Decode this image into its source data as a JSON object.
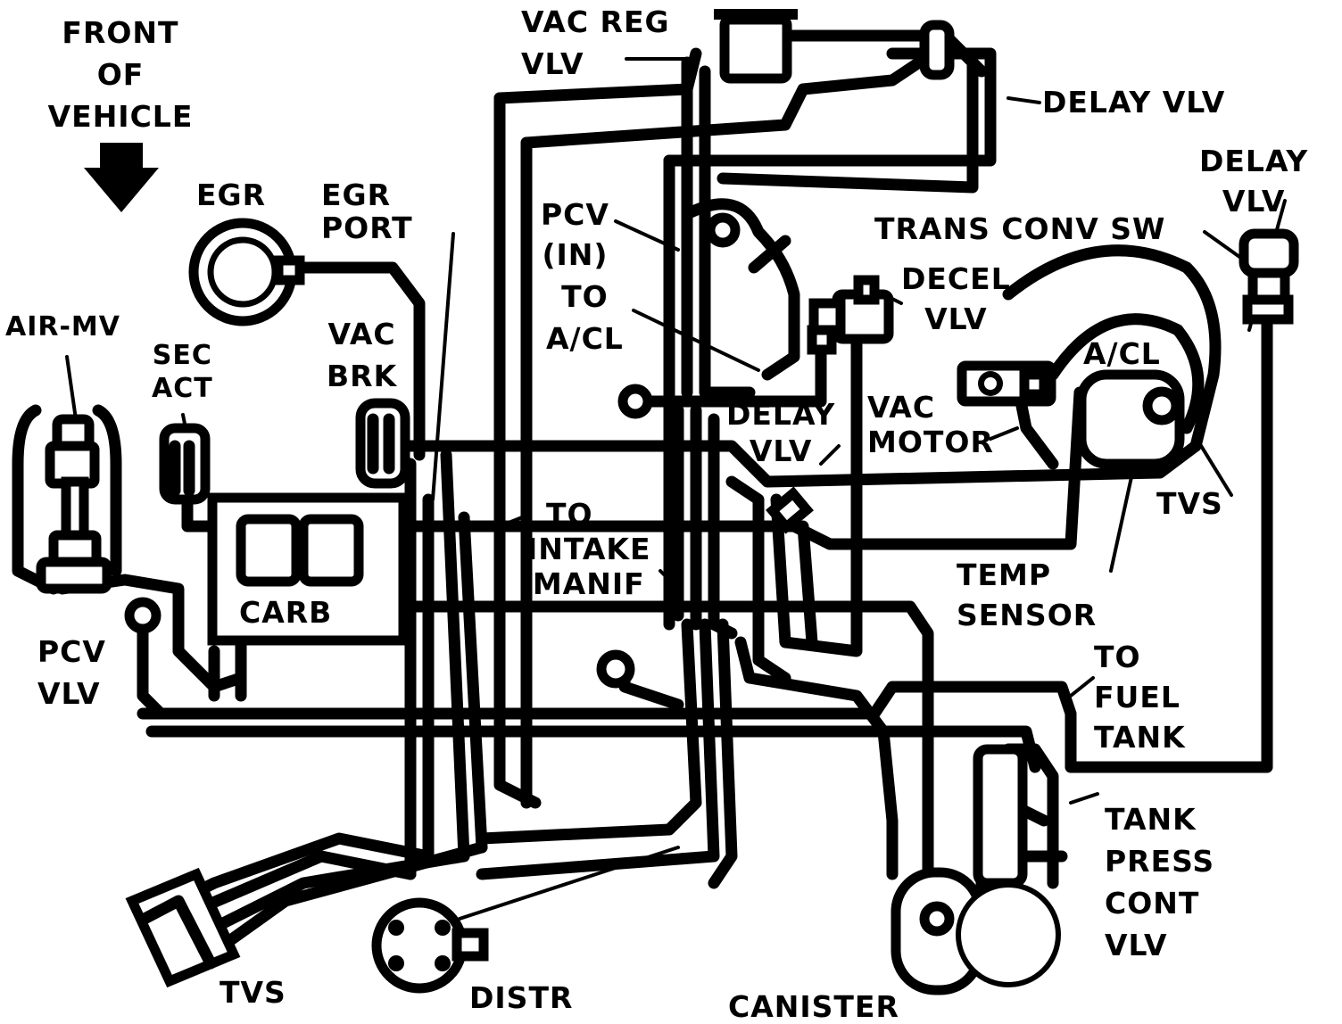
{
  "labels": {
    "front_of_vehicle": [
      "FRONT",
      "OF",
      "VEHICLE"
    ],
    "egr": "EGR",
    "egr_port": [
      "EGR",
      "PORT"
    ],
    "vac_reg_vlv": [
      "VAC REG",
      "VLV"
    ],
    "delay_vlv_top": "DELAY VLV",
    "delay_vlv_right": [
      "DELAY",
      "VLV"
    ],
    "trans_conv_sw": "TRANS CONV SW",
    "pcv_in": [
      "PCV",
      "(IN)"
    ],
    "to_acl": [
      "TO",
      "A/CL"
    ],
    "decel_vlv": [
      "DECEL",
      "VLV"
    ],
    "acl": "A/CL",
    "air_mv": "AIR-MV",
    "sec_act": [
      "SEC",
      "ACT"
    ],
    "vac_brk": [
      "VAC",
      "BRK"
    ],
    "delay_vlv_mid": [
      "DELAY",
      "VLV"
    ],
    "vac_motor": [
      "VAC",
      "MOTOR"
    ],
    "tvs_right": "TVS",
    "to_intake_manif": [
      "TO",
      "INTAKE",
      "MANIF"
    ],
    "carb": "CARB",
    "temp_sensor": [
      "TEMP",
      "SENSOR"
    ],
    "pcv_vlv": [
      "PCV",
      "VLV"
    ],
    "to_fuel_tank": [
      "TO",
      "FUEL",
      "TANK"
    ],
    "tank_press_cont_vlv": [
      "TANK",
      "PRESS",
      "CONT",
      "VLV"
    ],
    "tvs_bottom": "TVS",
    "distr": "DISTR",
    "canister": "CANISTER"
  },
  "icons": {
    "direction_arrow": "down-arrow-icon"
  },
  "colors": {
    "ink": "#000000",
    "paper": "#ffffff"
  }
}
